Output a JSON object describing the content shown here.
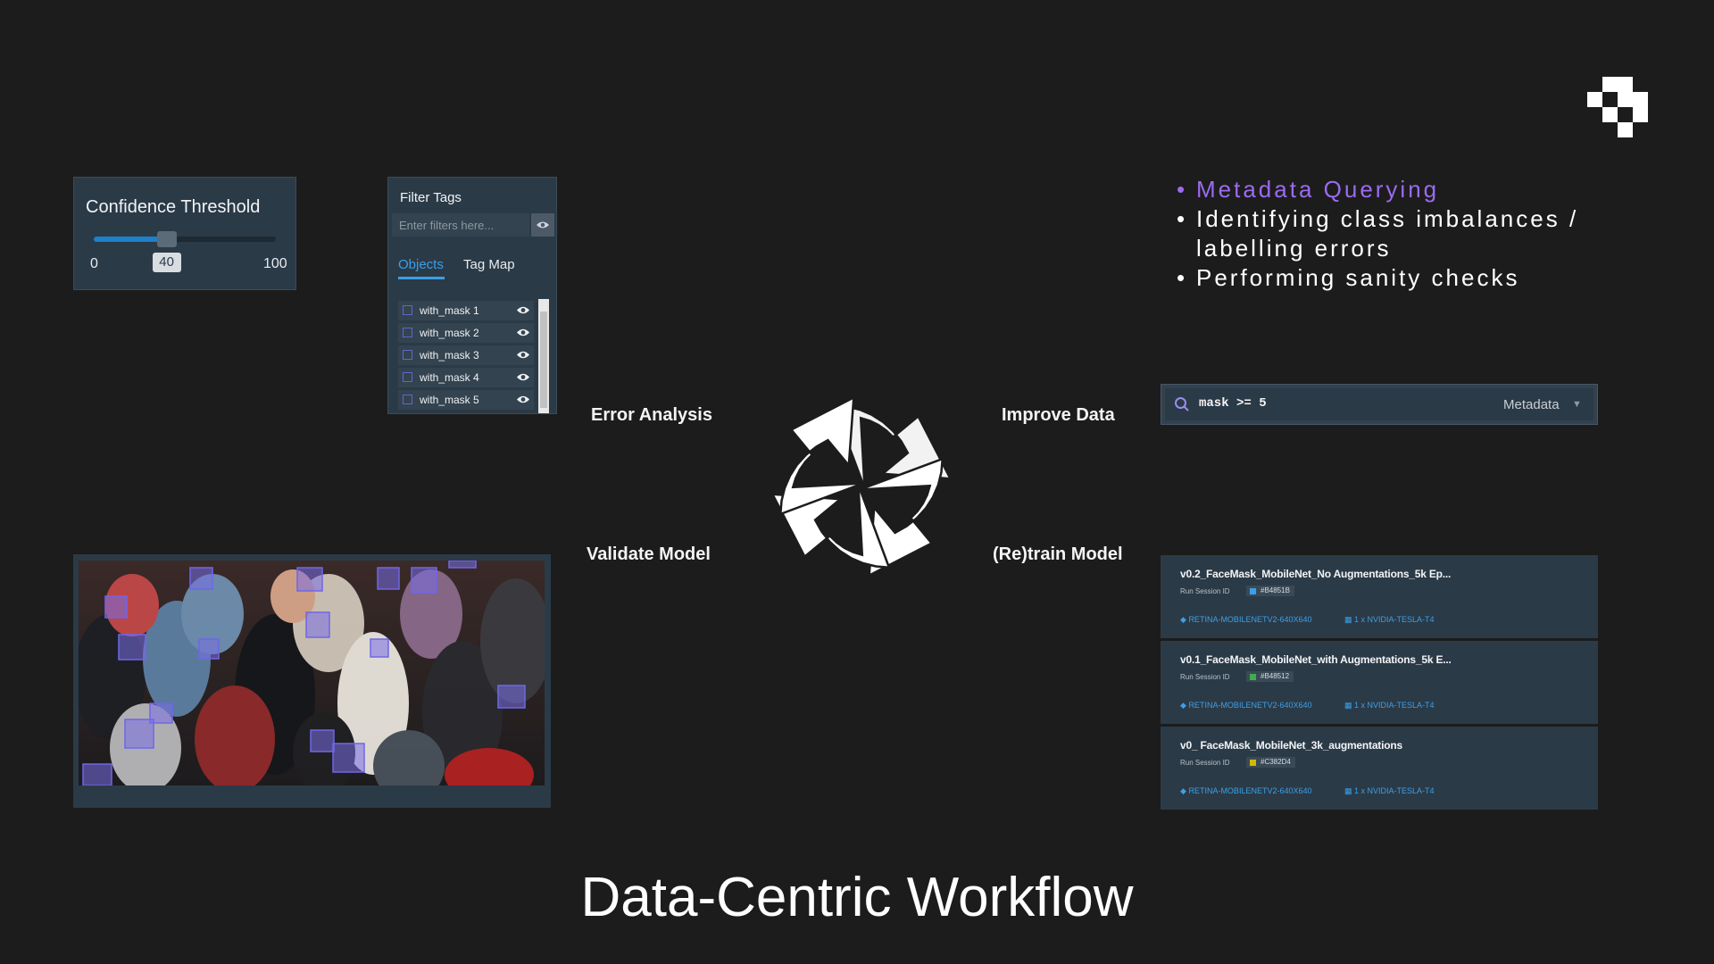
{
  "confidence": {
    "title": "Confidence Threshold",
    "min": "0",
    "max": "100",
    "value": "40",
    "fraction": 0.4
  },
  "filter_tags": {
    "title": "Filter Tags",
    "placeholder": "Enter filters here...",
    "tabs": [
      "Objects",
      "Tag Map"
    ],
    "items": [
      "with_mask 1",
      "with_mask 2",
      "with_mask 3",
      "with_mask 4",
      "with_mask 5"
    ]
  },
  "cycle": {
    "labels": {
      "error_analysis": "Error Analysis",
      "improve_data": "Improve Data",
      "validate_model": "Validate Model",
      "retrain_model": "(Re)train Model"
    }
  },
  "bullets": [
    "Metadata Querying",
    "Identifying class imbalances / labelling errors",
    "Performing sanity checks"
  ],
  "accent_color": "#9b6bf0",
  "search": {
    "query": "mask >= 5",
    "dropdown": "Metadata"
  },
  "runs": [
    {
      "title": "v0.2_FaceMask_MobileNet_No Augmentations_5k Ep...",
      "sid_label": "Run Session ID",
      "sid": "#B4851B",
      "sid_color": "#3aa0e8",
      "model": "RETINA-MOBILENETV2-640X640",
      "gpu": "1 x NVIDIA-TESLA-T4"
    },
    {
      "title": "v0.1_FaceMask_MobileNet_with Augmentations_5k E...",
      "sid_label": "Run Session ID",
      "sid": "#B48512",
      "sid_color": "#3fae49",
      "model": "RETINA-MOBILENETV2-640X640",
      "gpu": "1 x NVIDIA-TESLA-T4"
    },
    {
      "title": "v0_ FaceMask_MobileNet_3k_augmentations",
      "sid_label": "Run Session ID",
      "sid": "#C382D4",
      "sid_color": "#d4b800",
      "model": "RETINA-MOBILENETV2-640X640",
      "gpu": "1 x NVIDIA-TESLA-T4"
    }
  ],
  "main_title": "Data-Centric Workflow"
}
